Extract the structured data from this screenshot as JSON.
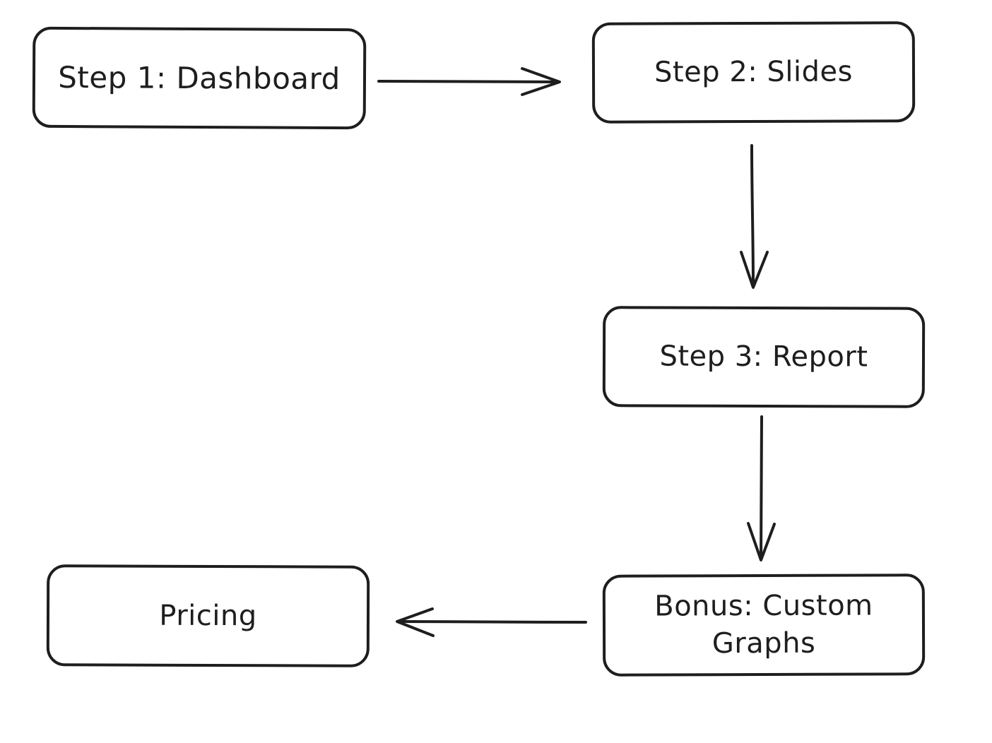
{
  "diagram": {
    "nodes": [
      {
        "id": "step1",
        "label": "Step 1: Dashboard"
      },
      {
        "id": "step2",
        "label": "Step 2: Slides"
      },
      {
        "id": "step3",
        "label": "Step 3: Report"
      },
      {
        "id": "bonus",
        "label": "Bonus: Custom\nGraphs"
      },
      {
        "id": "pricing",
        "label": "Pricing"
      }
    ],
    "edges": [
      {
        "from": "step1",
        "to": "step2"
      },
      {
        "from": "step2",
        "to": "step3"
      },
      {
        "from": "step3",
        "to": "bonus"
      },
      {
        "from": "bonus",
        "to": "pricing"
      }
    ],
    "colors": {
      "stroke": "#1e1e1e",
      "background": "#ffffff"
    }
  }
}
